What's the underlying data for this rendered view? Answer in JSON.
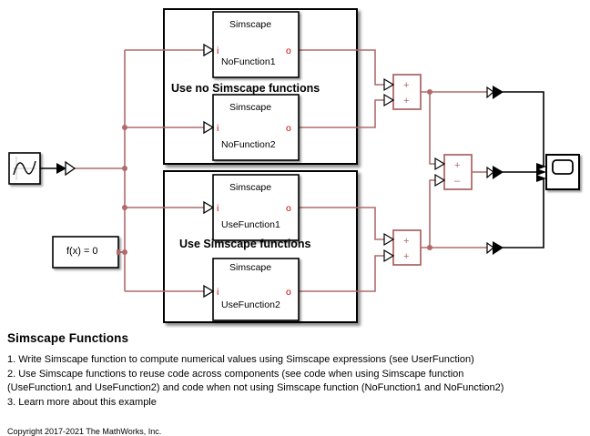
{
  "diagram": {
    "type": "simulink-simscape-model",
    "source_block": {
      "name": "sine-wave-source",
      "icon": "sine-wave-icon"
    },
    "solver_block": {
      "label": "f(x) = 0",
      "name": "solver-configuration"
    },
    "converters": {
      "simulink_ps": "simulink-ps-converter",
      "ps_simulink": "ps-simulink-converter"
    },
    "subsystems": [
      {
        "title": "Use no Simscape functions",
        "blocks": [
          {
            "top": "Simscape",
            "bottom": "NoFunction1",
            "in_port": "i",
            "out_port": "o"
          },
          {
            "top": "Simscape",
            "bottom": "NoFunction2",
            "in_port": "i",
            "out_port": "o"
          }
        ]
      },
      {
        "title": "Use Simscape functions",
        "blocks": [
          {
            "top": "Simscape",
            "bottom": "UseFunction1",
            "in_port": "i",
            "out_port": "o"
          },
          {
            "top": "Simscape",
            "bottom": "UseFunction2",
            "in_port": "i",
            "out_port": "o"
          }
        ]
      }
    ],
    "sum_blocks": [
      {
        "name": "sum-top",
        "signs": [
          "+",
          "+"
        ]
      },
      {
        "name": "sum-difference",
        "signs": [
          "+",
          "-"
        ]
      },
      {
        "name": "sum-bottom",
        "signs": [
          "+",
          "+"
        ]
      }
    ],
    "scope_block": {
      "name": "scope",
      "inputs": 3
    },
    "colors": {
      "physical_signal": "#b06a6a",
      "simulink_signal": "#000000",
      "port_label": "#cc0000",
      "block_border": "#000000",
      "sum_border": "#b06a6a"
    }
  },
  "notes": {
    "heading": "Simscape Functions",
    "line1": "1. Write Simscape function to compute numerical values using Simscape expressions (see UserFunction)",
    "line2": "2. Use Simscape functions to reuse code across components (see code when using Simscape function",
    "line3": "(UseFunction1 and UseFunction2) and code when not using Simscape function (NoFunction1 and NoFunction2)",
    "line4": "3. Learn more about this example",
    "copyright": "Copyright 2017-2021 The MathWorks, Inc."
  }
}
